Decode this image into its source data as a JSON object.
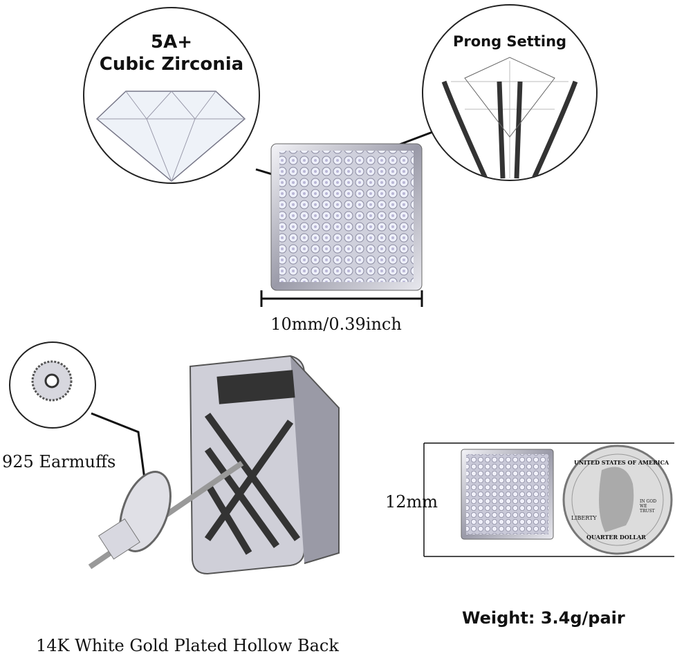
{
  "callouts": {
    "zirconia": {
      "grade": "5A+",
      "label": "Cubic Zirconia"
    },
    "prong": {
      "label": "Prong Setting"
    },
    "earmuffs": {
      "label": "925 Earmuffs"
    }
  },
  "dimensions": {
    "width_label": "10mm/0.39inch",
    "height_label": "12mm"
  },
  "coin": {
    "top_text": "UNITED STATES OF AMERICA",
    "liberty": "LIBERTY",
    "motto": "IN GOD WE TRUST",
    "bottom_text": "QUARTER DOLLAR"
  },
  "weight": "Weight: 3.4g/pair",
  "back_description": "14K White Gold Plated Hollow Back"
}
